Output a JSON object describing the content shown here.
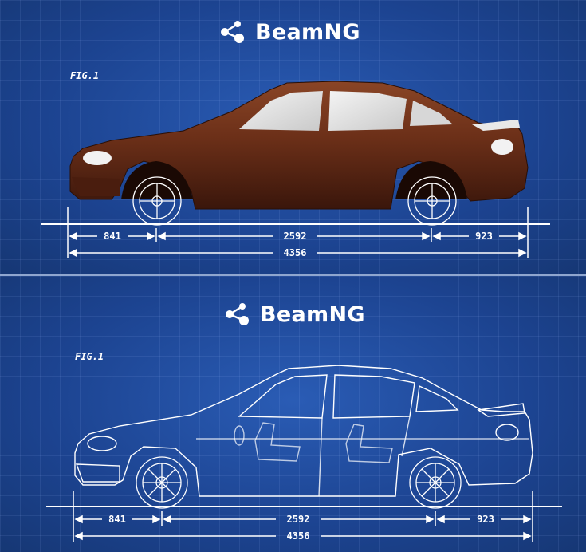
{
  "panels": [
    {
      "logo": "BeamNG",
      "fig_label": "FIG.1",
      "dimensions": {
        "front_overhang": "841",
        "wheelbase": "2592",
        "rear_overhang": "923",
        "total_length": "4356"
      }
    },
    {
      "logo": "BeamNG",
      "fig_label": "FIG.1",
      "dimensions": {
        "front_overhang": "841",
        "wheelbase": "2592",
        "rear_overhang": "923",
        "total_length": "4356"
      }
    }
  ],
  "colors": {
    "blueprint": "#1d4593",
    "car_body": "#6b2f1a",
    "line": "#ffffff"
  },
  "icons": [
    "beamng-logo-icon"
  ]
}
